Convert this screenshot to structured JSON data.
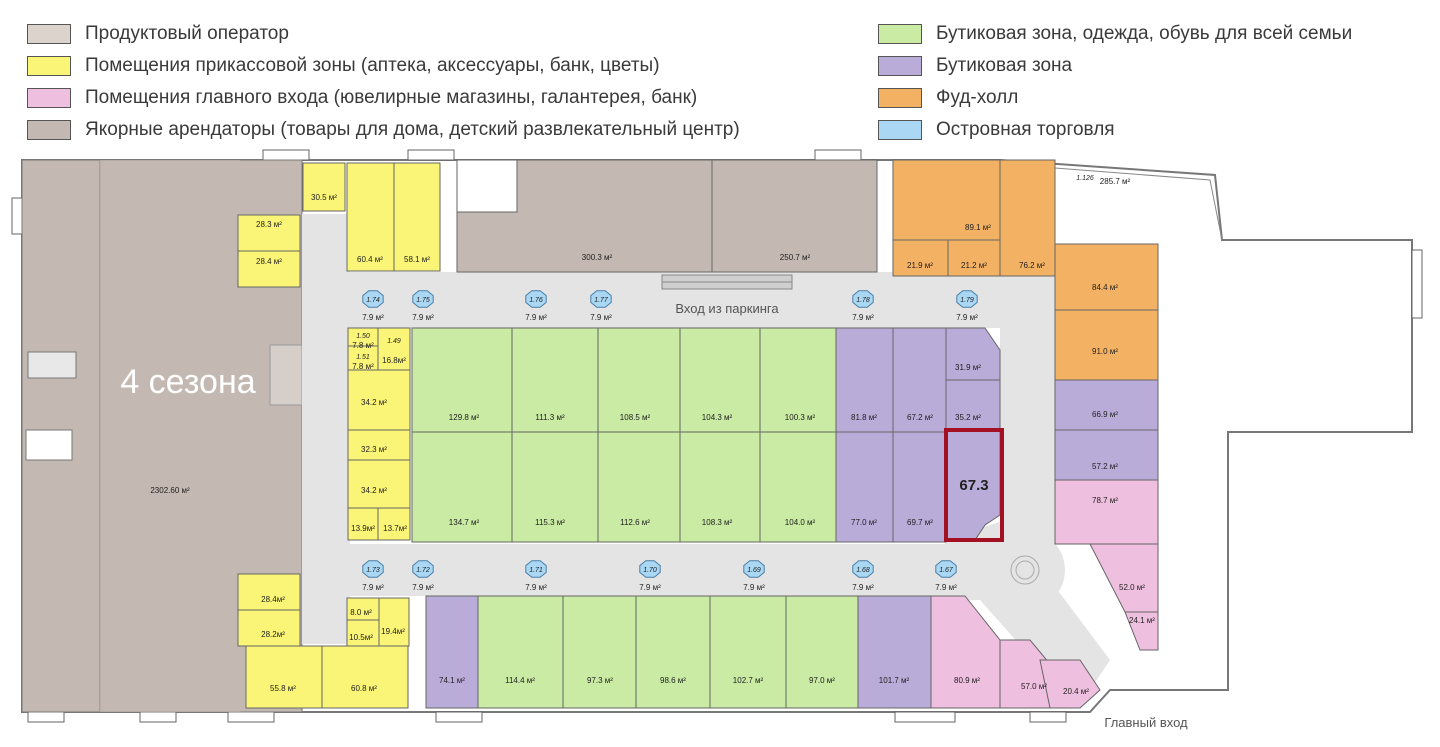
{
  "colors": {
    "product_operator": "#dcd3cd",
    "checkout_zone": "#fbf577",
    "main_entrance": "#efbfdf",
    "anchor_tenants": "#c4b9b2",
    "boutique_family": "#c9eba3",
    "boutique": "#b9acd9",
    "food_hall": "#f3b163",
    "island": "#a9d7f4",
    "corridor": "#e4e4e4",
    "highlight": "#a31021"
  },
  "legend": [
    {
      "label": "Продуктовый оператор",
      "color_key": "product_operator"
    },
    {
      "label": "Помещения прикассовой зоны (аптека, аксессуары, банк, цветы)",
      "color_key": "checkout_zone"
    },
    {
      "label": "Помещения главного входа (ювелирные магазины, галантерея, банк)",
      "color_key": "main_entrance"
    },
    {
      "label": "Якорные арендаторы (товары для дома, детский развлекательный центр)",
      "color_key": "anchor_tenants"
    },
    {
      "label": "Бутиковая зона, одежда, обувь для всей семьи",
      "color_key": "boutique_family"
    },
    {
      "label": "Бутиковая зона",
      "color_key": "boutique"
    },
    {
      "label": "Фуд-холл",
      "color_key": "food_hall"
    },
    {
      "label": "Островная торговля",
      "color_key": "island"
    }
  ],
  "labels": {
    "brand": "4 сезона",
    "parking_entrance": "Вход из паркинга",
    "main_entrance": "Главный вход",
    "highlighted_unit": "67.3"
  },
  "rooms": {
    "r1": "2302.60 м²",
    "r2": "30.5 м²",
    "r3": "28.3 м²",
    "r4": "28.4 м²",
    "r5": "60.4 м²",
    "r6": "58.1 м²",
    "r7": "300.3 м²",
    "r8": "250.7 м²",
    "r9": "89.1 м²",
    "r10": "21.9 м²",
    "r11": "21.2 м²",
    "r12": "76.2 м²",
    "r13": "285.7 м²",
    "r14": "84.4 м²",
    "r15": "91.0 м²",
    "r16": "66.9 м²",
    "r17": "57.2 м²",
    "r18": "78.7 м²",
    "r19": "52.0 м²",
    "r20": "24.1 м²",
    "r21": "20.4 м²",
    "r22": "57.0 м²",
    "r23": "80.9 м²",
    "r24": "101.7 м²",
    "r25": "97.0 м²",
    "r26": "102.7 м²",
    "r27": "98.6 м²",
    "r28": "97.3 м²",
    "r29": "114.4 м²",
    "r30": "74.1 м²",
    "r31": "55.8 м²",
    "r32": "60.8 м²",
    "r33": "28.4м²",
    "r34": "28.2м²",
    "r35": "8.0 м²",
    "r36": "10.5м²",
    "r37": "19.4м²",
    "r38": "7.8 м²",
    "r39": "7.8 м²",
    "r40": "16.8м²",
    "r41": "34.2 м²",
    "r42": "32.3 м²",
    "r43": "34.2 м²",
    "r44": "13.9м²",
    "r45": "13.7м²",
    "r46": "129.8 м²",
    "r47": "111.3 м²",
    "r48": "108.5 м²",
    "r49": "104.3 м²",
    "r50": "100.3 м²",
    "r51": "81.8 м²",
    "r52": "67.2 м²",
    "r53": "31.9 м²",
    "r54": "35.2 м²",
    "r55": "134.7 м²",
    "r56": "115.3 м²",
    "r57": "112.6 м²",
    "r58": "108.3 м²",
    "r59": "104.0 м²",
    "r60": "77.0 м²",
    "r61": "69.7 м²"
  },
  "kiosk_ids": {
    "k1": "1.74",
    "k2": "1.75",
    "k3": "1.76",
    "k4": "1.77",
    "k5": "1.78",
    "k6": "1.79",
    "k7": "1.73",
    "k8": "1.72",
    "k9": "1.71",
    "k10": "1.70",
    "k11": "1.69",
    "k12": "1.68",
    "k13": "1.67",
    "k14": "1.50",
    "k15": "1.51",
    "k16": "1.49",
    "k17": "1.126"
  },
  "kiosk_area": "7.9 м²"
}
